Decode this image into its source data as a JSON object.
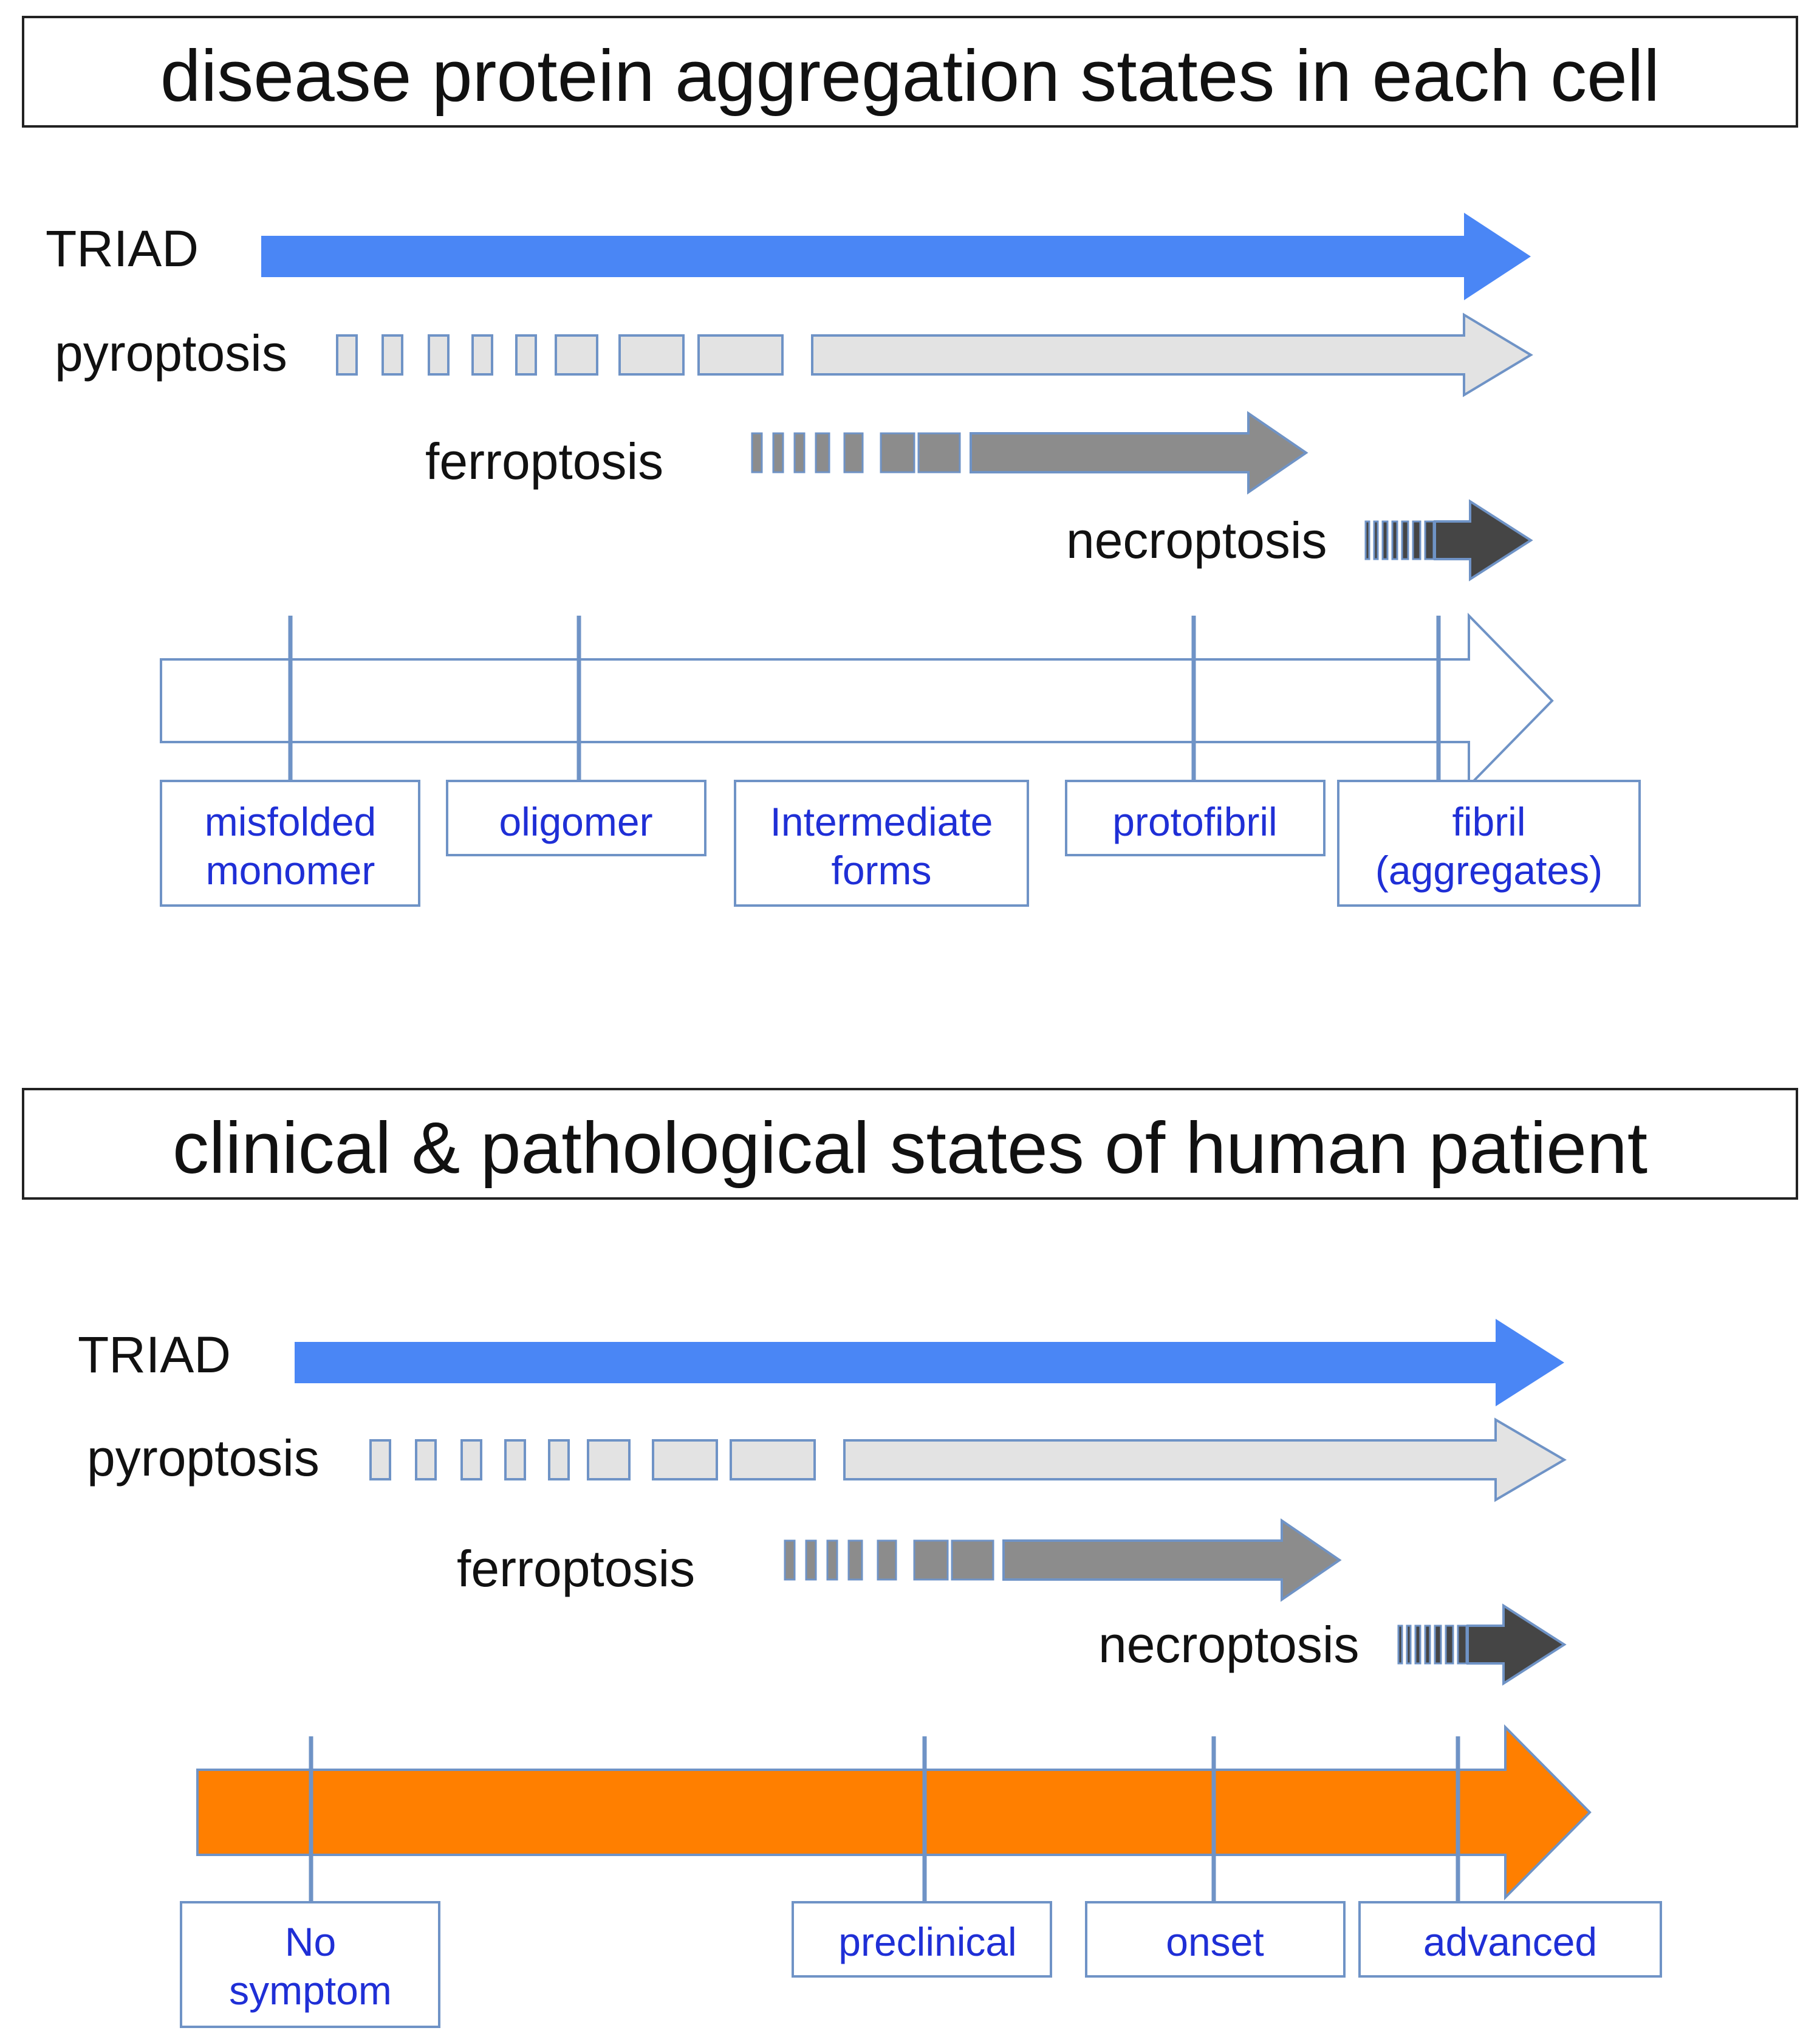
{
  "top_panel": {
    "title": "disease protein aggregation states in each cell",
    "pathways": {
      "triad": "TRIAD",
      "pyroptosis": "pyroptosis",
      "ferroptosis": "ferroptosis",
      "necroptosis": "necroptosis"
    },
    "stages": [
      {
        "line1": "misfolded",
        "line2": "monomer"
      },
      {
        "line1": "oligomer",
        "line2": ""
      },
      {
        "line1": "Intermediate",
        "line2": "forms"
      },
      {
        "line1": "protofibril",
        "line2": ""
      },
      {
        "line1": "fibril",
        "line2": "(aggregates)"
      }
    ]
  },
  "bottom_panel": {
    "title": "clinical & pathological states of human patient",
    "pathways": {
      "triad": "TRIAD",
      "pyroptosis": "pyroptosis",
      "ferroptosis": "ferroptosis",
      "necroptosis": "necroptosis"
    },
    "stages": [
      {
        "line1": "No",
        "line2": "symptom"
      },
      {
        "line1": "preclinical",
        "line2": ""
      },
      {
        "line1": "onset",
        "line2": ""
      },
      {
        "line1": "advanced",
        "line2": ""
      }
    ]
  },
  "colors": {
    "triad": "#4a86f5",
    "pyroptosis_fill": "#e3e3e3",
    "ferroptosis_fill": "#8c8c8c",
    "necroptosis_fill": "#454545",
    "outline": "#6f93c6",
    "patient_axis": "#ff7f00",
    "stage_text": "#1f2fd6"
  }
}
